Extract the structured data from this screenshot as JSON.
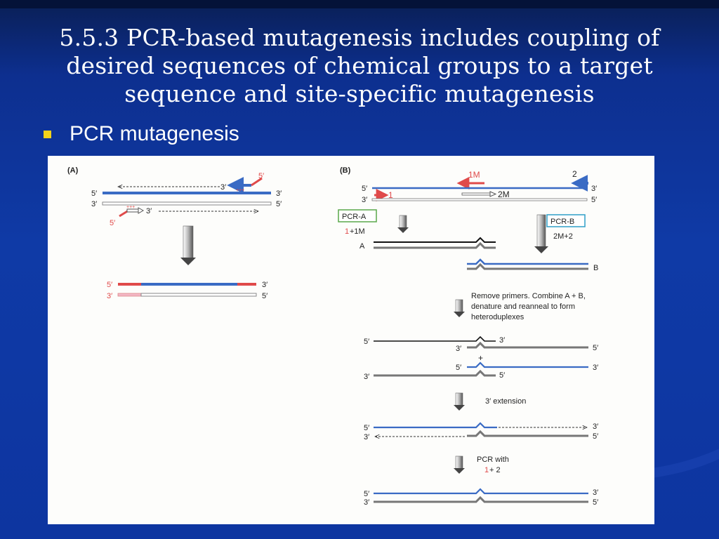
{
  "slide": {
    "title_lines": [
      "5.5.3 PCR-based mutagenesis includes coupling of",
      "desired sequences of chemical groups to a target",
      "sequence and site-specific mutagenesis"
    ],
    "bullet": "PCR mutagenesis"
  },
  "figure": {
    "panel_a": {
      "label": "(A)",
      "top_strand": {
        "left": "5′",
        "right": "3′"
      },
      "bottom_strand": {
        "left": "3′",
        "right": "5′"
      },
      "primer_top_5": "5′",
      "primer_top_3": "3′",
      "primer_bottom_5": "5′",
      "primer_bottom_3": "3′",
      "product_top": {
        "left": "5′",
        "right": "3′"
      },
      "product_bottom": {
        "left": "3′",
        "right": "5′"
      }
    },
    "panel_b": {
      "label": "(B)",
      "primer_1m": "1M",
      "primer_2": "2",
      "primer_1": "1",
      "primer_2m": "2M",
      "strand_top": {
        "left": "5′",
        "right": "3′"
      },
      "strand_bottom": {
        "left": "3′",
        "right": "5′"
      },
      "pcr_a_box": "PCR-A",
      "pcr_a_primers_1": "1",
      "pcr_a_primers_2": "+1M",
      "product_a": "A",
      "pcr_b_box": "PCR-B",
      "pcr_b_primers": "2M+2",
      "product_b": "B",
      "remove_text": [
        "Remove primers. Combine A + B,",
        "denature and reanneal to form",
        "heteroduplexes"
      ],
      "hetero1_top": {
        "left": "5′",
        "right": "3′"
      },
      "hetero1_bottom": {
        "left": "3′",
        "right": "5′"
      },
      "plus": "+",
      "hetero2_top": {
        "left": "5′",
        "right": "3′"
      },
      "hetero2_bottom": {
        "left": "3′",
        "right": "5′"
      },
      "extension_text": "3′ extension",
      "ext_top": {
        "left": "5′",
        "right": "3′"
      },
      "ext_bottom": {
        "left": "3′",
        "right": "5′"
      },
      "pcr_with_1": "PCR with",
      "pcr_with_2a": "1",
      "pcr_with_2b": " + 2",
      "final_top": {
        "left": "5′",
        "right": "3′"
      },
      "final_bottom": {
        "left": "3′",
        "right": "5′"
      }
    }
  },
  "colors": {
    "bullet": "#f3d21a",
    "blue_strand": "#3a6bc4",
    "red_primer": "#e04a4a",
    "pcr_a_border": "#5aa84a",
    "pcr_b_border": "#2f9fc8"
  }
}
